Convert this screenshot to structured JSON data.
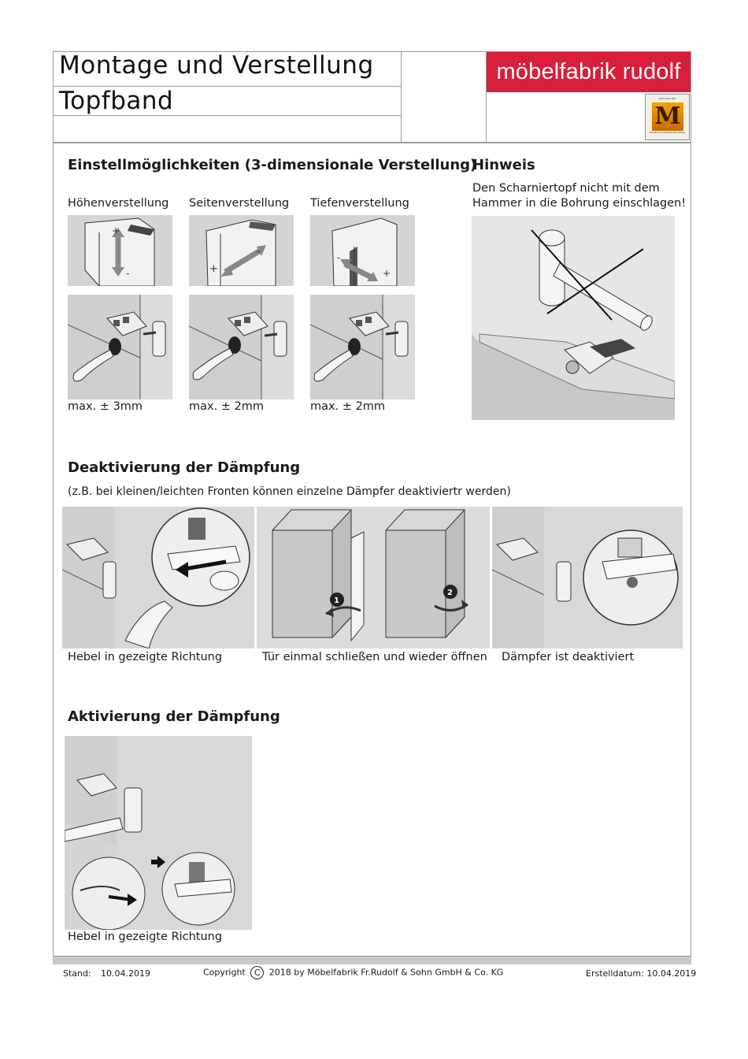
{
  "header": {
    "title": "Montage und Verstellung",
    "subtitle": "Topfband",
    "brand": "möbelfabrik rudolf",
    "badge_caption": "Nationaler RAL",
    "badge_letter": "M",
    "badge_footer": "Deutsches Gütezeichen Möbel"
  },
  "colors": {
    "brand": "#d81e3a",
    "frame": "#9a9a9a",
    "picture_bg": "#d4d4d4"
  },
  "adjust": {
    "heading": "Einstellmöglichkeiten (3-dimensionale Verstellung)",
    "items": [
      {
        "label": "Höhenverstellung",
        "range": "max. ± 3mm"
      },
      {
        "label": "Seitenverstellung",
        "range": "max. ± 2mm"
      },
      {
        "label": "Tiefenverstellung",
        "range": "max. ± 2mm"
      }
    ]
  },
  "note": {
    "heading": "Hinweis",
    "line1": "Den Scharniertopf nicht mit dem",
    "line2": "Hammer in die Bohrung einschlagen!"
  },
  "deactivate": {
    "heading": "Deaktivierung der Dämpfung",
    "subtitle": "(z.B. bei kleinen/leichten Fronten können einzelne Dämpfer deaktiviertr werden)",
    "captions": [
      "Hebel in gezeigte Richtung",
      "Tür einmal schließen und wieder öffnen",
      "Dämpfer ist deaktiviert"
    ],
    "step1": "1",
    "step2": "2"
  },
  "activate": {
    "heading": "Aktivierung der Dämpfung",
    "caption": "Hebel in gezeigte Richtung"
  },
  "footer": {
    "stand_label": "Stand:",
    "stand_date": "10.04.2019",
    "copyright_label": "Copyright",
    "copyright_symbol": "C",
    "copyright_text": "2018  by Möbelfabrik Fr.Rudolf & Sohn GmbH & Co. KG",
    "created": "Erstelldatum: 10.04.2019"
  }
}
